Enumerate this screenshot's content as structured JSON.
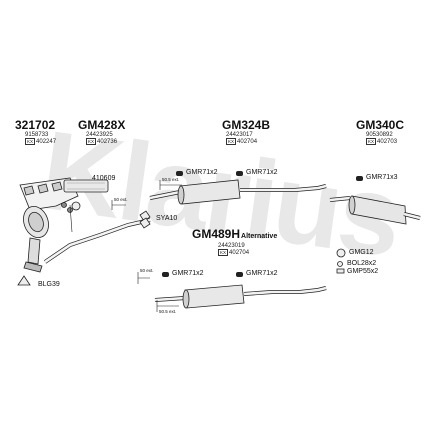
{
  "watermark": "Klarius",
  "parts": [
    {
      "id": "321702",
      "oe": "9158733",
      "kx": "402247"
    },
    {
      "id": "GM428X",
      "oe": "24423925",
      "kx": "402736"
    },
    {
      "id": "GM324B",
      "oe": "24423017",
      "kx": "402704"
    },
    {
      "id": "GM340C",
      "oe": "90530892",
      "kx": "402703"
    },
    {
      "id": "GM489H",
      "oe": "24423019",
      "kx": "402704"
    }
  ],
  "kx_prefix": "KX",
  "labels": {
    "flange_nut": "410609",
    "bracket": "SYA10",
    "gasket": "BLG39",
    "gmr_top_left": "GMR71x2",
    "gmr_top_right": "GMR71x2",
    "gmr_rear": "GMR71x3",
    "gmr_lower_left": "GMR71x2",
    "gmr_lower_right": "GMR71x2",
    "gmg": "GMG12",
    "bol": "BOL28x2",
    "gmp": "GMP55x2",
    "alternative": "Alternative"
  },
  "dims": {
    "top_mid": "50.5 ext.",
    "left": "50 ext.",
    "lower_left": "50 ext.",
    "lower_mid": "50.5 ext."
  }
}
